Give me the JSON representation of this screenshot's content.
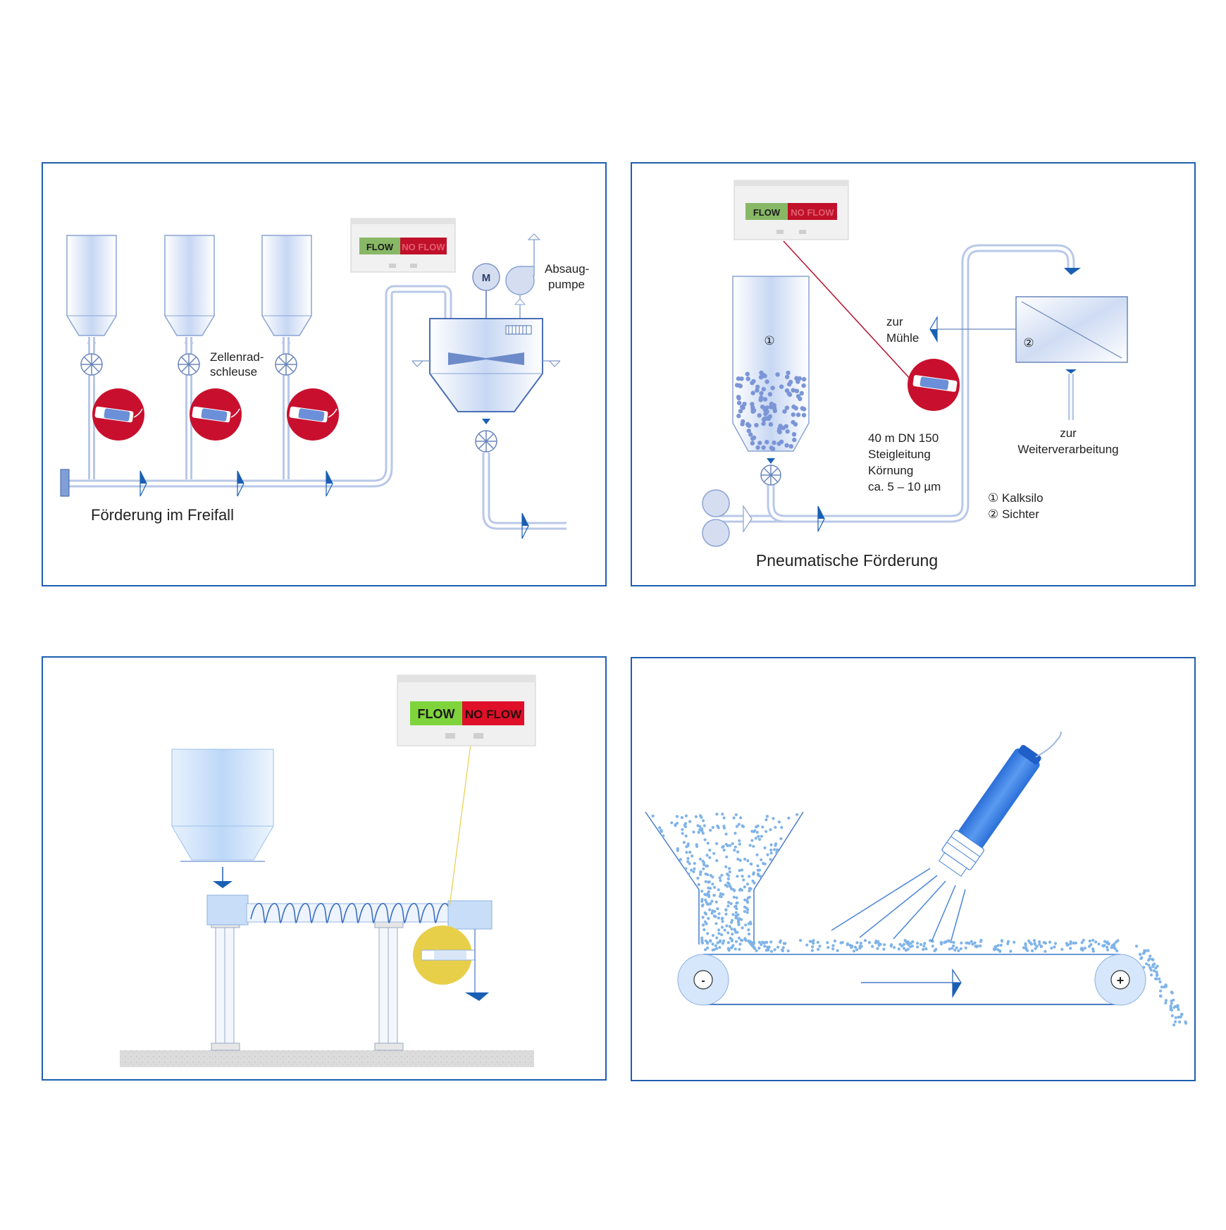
{
  "indicator": {
    "flow_label": "FLOW",
    "noflow_label": "NO FLOW"
  },
  "motor_label": "M",
  "panel1": {
    "caption": "Förderung im Freifall",
    "label_valve_line1": "Zellenrad-",
    "label_valve_line2": "schleuse",
    "label_pump_line1": "Absaug-",
    "label_pump_line2": "pumpe"
  },
  "panel2": {
    "caption": "Pneumatische Förderung",
    "label_mill_line1": "zur",
    "label_mill_line2": "Mühle",
    "label_further_line1": "zur",
    "label_further_line2": "Weiterverarbeitung",
    "spec_line1": "40 m DN 150",
    "spec_line2": "Steigleitung",
    "spec_line3": "Körnung",
    "spec_line4": "ca. 5 – 10 µm",
    "marker_silo": "①",
    "marker_separator": "②",
    "legend_1": "① Kalksilo",
    "legend_2": "② Sichter"
  },
  "panel4": {
    "pulley_minus": "-",
    "pulley_plus": "+"
  },
  "colors": {
    "frame": "#1f5fb0",
    "pipe": "#b8c8e8",
    "arrow": "#1a5fb4",
    "sensor_red": "#c8102e",
    "sensor_yellow": "#e8cf4a",
    "particle": "#7fb3e8",
    "flow_green": "#7fd43c",
    "noflow_red": "#e0102a",
    "silo_blue": "#d6e6fb"
  }
}
